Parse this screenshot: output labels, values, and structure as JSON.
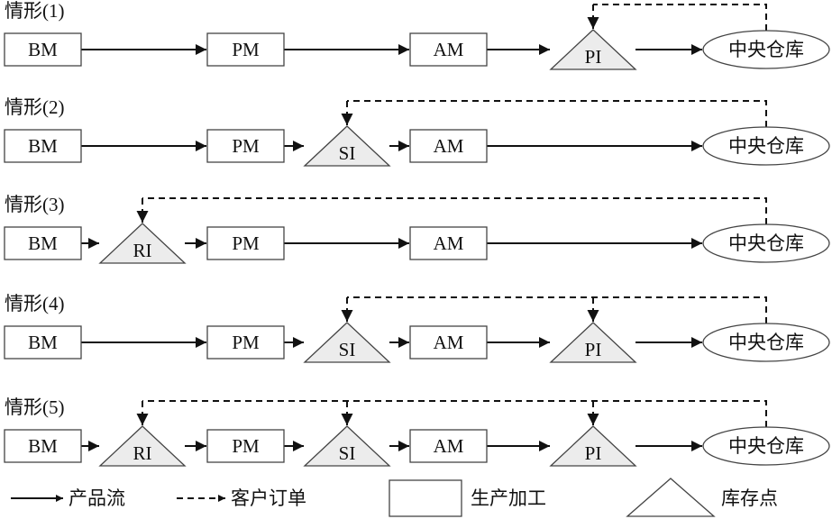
{
  "scenarios": [
    {
      "label": "情形(1)",
      "nodes": [
        {
          "type": "box",
          "text": "BM"
        },
        {
          "type": "box",
          "text": "PM"
        },
        {
          "type": "box",
          "text": "AM"
        },
        {
          "type": "tri",
          "text": "PI"
        },
        {
          "type": "ell",
          "text": "中央仓库"
        }
      ],
      "order_targets": [
        "PI"
      ]
    },
    {
      "label": "情形(2)",
      "nodes": [
        {
          "type": "box",
          "text": "BM"
        },
        {
          "type": "box",
          "text": "PM"
        },
        {
          "type": "tri",
          "text": "SI"
        },
        {
          "type": "box",
          "text": "AM"
        },
        {
          "type": "ell",
          "text": "中央仓库"
        }
      ],
      "order_targets": [
        "SI"
      ]
    },
    {
      "label": "情形(3)",
      "nodes": [
        {
          "type": "box",
          "text": "BM"
        },
        {
          "type": "tri",
          "text": "RI"
        },
        {
          "type": "box",
          "text": "PM"
        },
        {
          "type": "box",
          "text": "AM"
        },
        {
          "type": "ell",
          "text": "中央仓库"
        }
      ],
      "order_targets": [
        "RI"
      ]
    },
    {
      "label": "情形(4)",
      "nodes": [
        {
          "type": "box",
          "text": "BM"
        },
        {
          "type": "box",
          "text": "PM"
        },
        {
          "type": "tri",
          "text": "SI"
        },
        {
          "type": "box",
          "text": "AM"
        },
        {
          "type": "tri",
          "text": "PI"
        },
        {
          "type": "ell",
          "text": "中央仓库"
        }
      ],
      "order_targets": [
        "SI",
        "PI"
      ]
    },
    {
      "label": "情形(5)",
      "nodes": [
        {
          "type": "box",
          "text": "BM"
        },
        {
          "type": "tri",
          "text": "RI"
        },
        {
          "type": "box",
          "text": "PM"
        },
        {
          "type": "tri",
          "text": "SI"
        },
        {
          "type": "box",
          "text": "AM"
        },
        {
          "type": "tri",
          "text": "PI"
        },
        {
          "type": "ell",
          "text": "中央仓库"
        }
      ],
      "order_targets": [
        "RI",
        "SI",
        "PI"
      ]
    }
  ],
  "legend": {
    "product_flow": "产品流",
    "customer_order": "客户订单",
    "production": "生产加工",
    "inventory_point": "库存点"
  }
}
